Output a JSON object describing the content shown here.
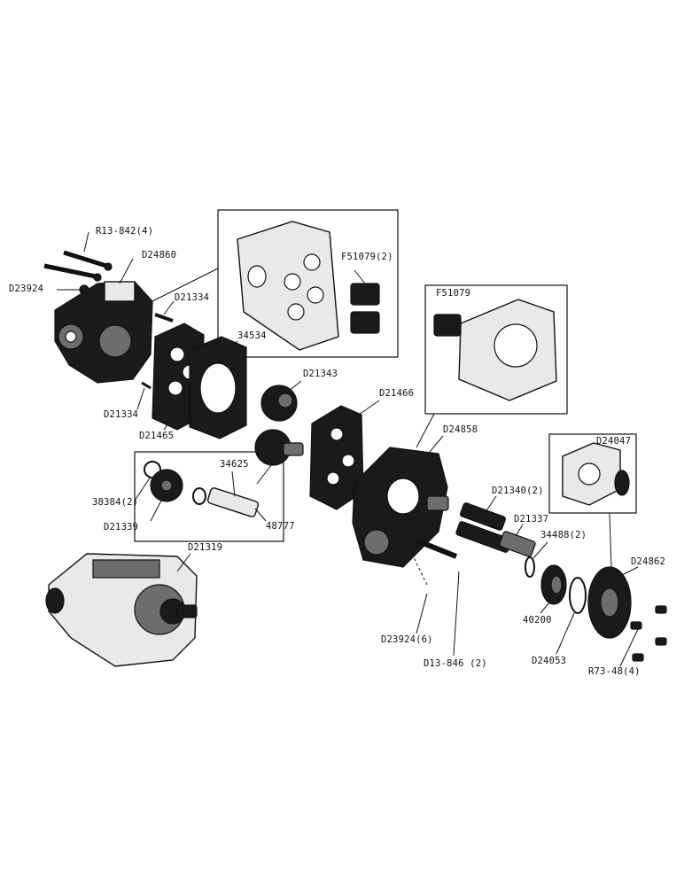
{
  "labels": {
    "r13_842": "R13-842(4)",
    "d24860": "D24860",
    "d23924": "D23924",
    "d21334_top": "D21334",
    "f51079_2": "F51079(2)",
    "f51079": "F51079",
    "p34534": "34534",
    "d21343": "D21343",
    "d21334_bottom": "D21334",
    "d21466": "D21466",
    "d21465": "D21465",
    "d24858": "D24858",
    "d24047": "D24047",
    "p34625": "34625",
    "p38384_2": "38384(2)",
    "p48777": "48777",
    "d21339": "D21339",
    "d21340_2": "D21340(2)",
    "d21337": "D21337",
    "p34488_2": "34488(2)",
    "d21319": "D21319",
    "d24862": "D24862",
    "p40200": "40200",
    "d23924_6": "D23924(6)",
    "d24053": "D24053",
    "d13_846_2": "D13-846 (2)",
    "r73_48_4": "R73-48(4)"
  }
}
